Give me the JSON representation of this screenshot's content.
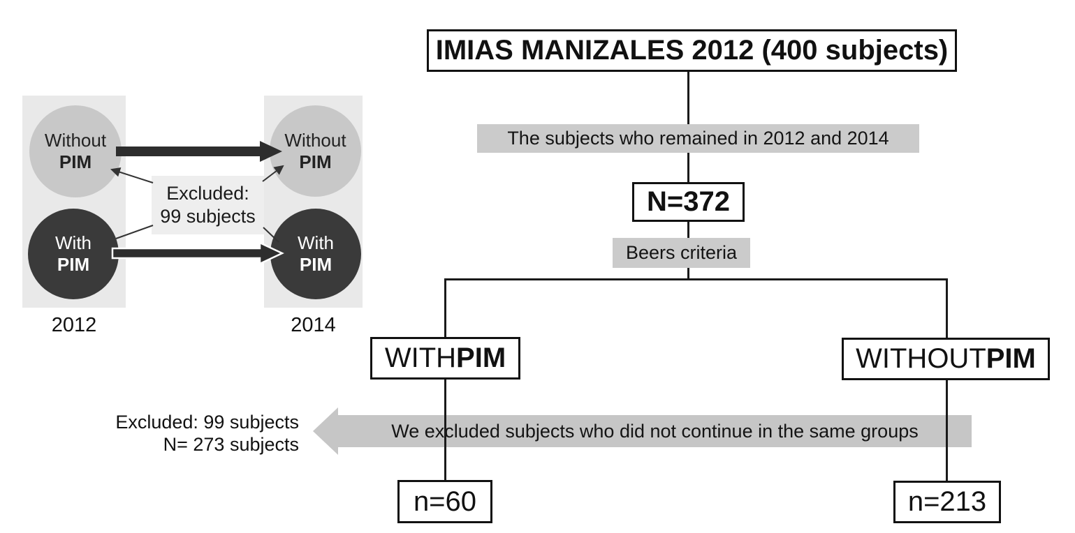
{
  "colors": {
    "panel_bg": "#e9e9e9",
    "light_circle": "#c8c8c8",
    "dark_circle": "#3a3a3a",
    "thick_arrow": "#2d2d2d",
    "note_bg": "#eeeeee",
    "gray_band": "#cbcbcb",
    "exclusion_arrow": "#c6c6c6",
    "line": "#1a1a1a"
  },
  "left_diagram": {
    "year_left": "2012",
    "year_right": "2014",
    "circles": {
      "top_left": {
        "line1": "Without",
        "line2": "PIM"
      },
      "bottom_left": {
        "line1": "With",
        "line2": "PIM"
      },
      "top_right": {
        "line1": "Without",
        "line2": "PIM"
      },
      "bottom_right": {
        "line1": "With",
        "line2": "PIM"
      }
    },
    "excluded_note": {
      "line1": "Excluded:",
      "line2": "99 subjects"
    }
  },
  "flowchart": {
    "title": "IMIAS MANIZALES 2012 (400 subjects)",
    "remained_note": "The subjects who remained in 2012 and 2014",
    "n_total": "N=372",
    "criteria": "Beers criteria",
    "branch_left": {
      "prefix": "WITH ",
      "bold": "PIM"
    },
    "branch_right": {
      "prefix": "WITHOUT ",
      "bold": "PIM"
    },
    "exclusion_arrow_text": "We excluded subjects who did not continue in the same groups",
    "excluded_summary": {
      "line1": "Excluded: 99 subjects",
      "line2": "N= 273 subjects"
    },
    "n_with": "n=60",
    "n_without": "n=213"
  }
}
